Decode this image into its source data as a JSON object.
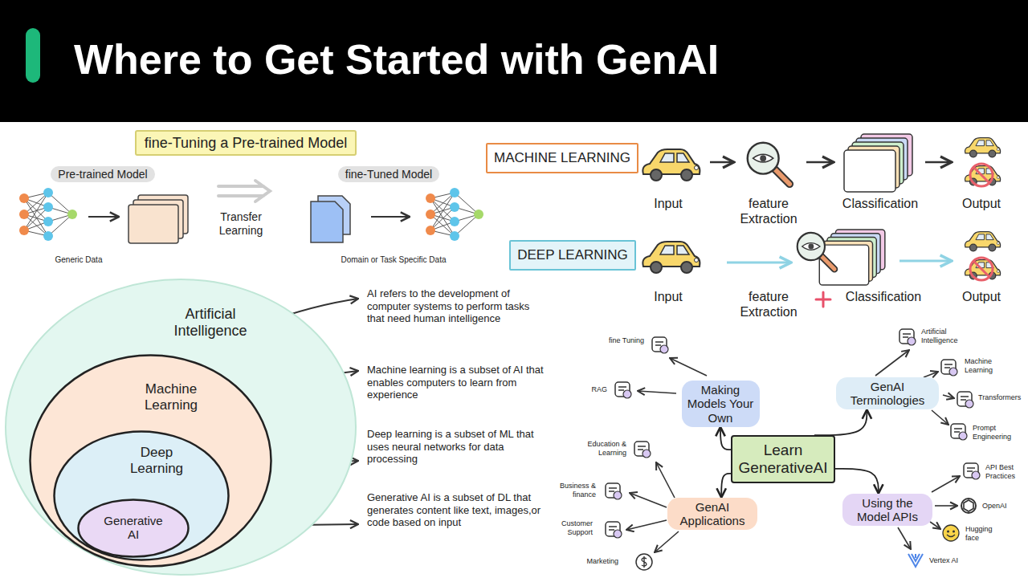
{
  "diagram": {
    "title": "Where to Get Started with GenAI",
    "nodes": [
      {
        "text": [
          "fine-Tuning a Pre-trained Model"
        ]
      },
      {
        "text": [
          "Pre-trained Model"
        ]
      },
      {
        "text": [
          "fine-Tuned Model"
        ]
      },
      {
        "text": [
          "MACHINE LEARNING"
        ]
      },
      {
        "text": [
          "DEEP LEARNING"
        ]
      },
      {
        "text": [
          "Artificial Intelligence"
        ]
      },
      {
        "text": [
          "Machine Learning"
        ],
        "in": 5
      },
      {
        "text": [
          "Deep Learning"
        ],
        "in": 6
      },
      {
        "text": [
          "Generative AI"
        ],
        "in": 7
      },
      {
        "text": [
          "Making Models Your Own"
        ]
      },
      {
        "text": [
          "GenAI Terminologies"
        ]
      },
      {
        "text": [
          "Learn GenerativeAI"
        ]
      },
      {
        "text": [
          "GenAI Applications"
        ]
      },
      {
        "text": [
          "Using the Model APIs"
        ]
      }
    ],
    "edges": [
      {
        "from": 11,
        "to": 9,
        "arrow": "to"
      },
      {
        "from": 11,
        "to": 10,
        "arrow": "to"
      },
      {
        "from": 11,
        "to": 12,
        "arrow": "to"
      },
      {
        "from": 11,
        "to": 13,
        "arrow": "to"
      }
    ],
    "labels": [
      "Generic Data",
      "Transfer Learning",
      "Domain or Task Specific Data",
      "Input",
      "feature Extraction",
      "Classification",
      "Output",
      "Input",
      "feature Extraction",
      "Classification",
      "Output",
      "AI refers to the development of computer systems to perform tasks that need human intelligence",
      "Machine learning is a subset of AI that enables computers to learn from experience",
      "Deep learning is a subset of ML that uses neural networks for data processing",
      "Generative AI is a subset of DL that generates content like text, images,or code based on input",
      "fine Tuning",
      "RAG",
      "Education & Learning",
      "Business & finance",
      "Customer Support",
      "Marketing",
      "Artificial Intelligence",
      "Machine Learning",
      "Transformers",
      "Prompt Engineering",
      "API Best Practices",
      "OpenAI",
      "Hugging face",
      "Vertex AI"
    ]
  }
}
